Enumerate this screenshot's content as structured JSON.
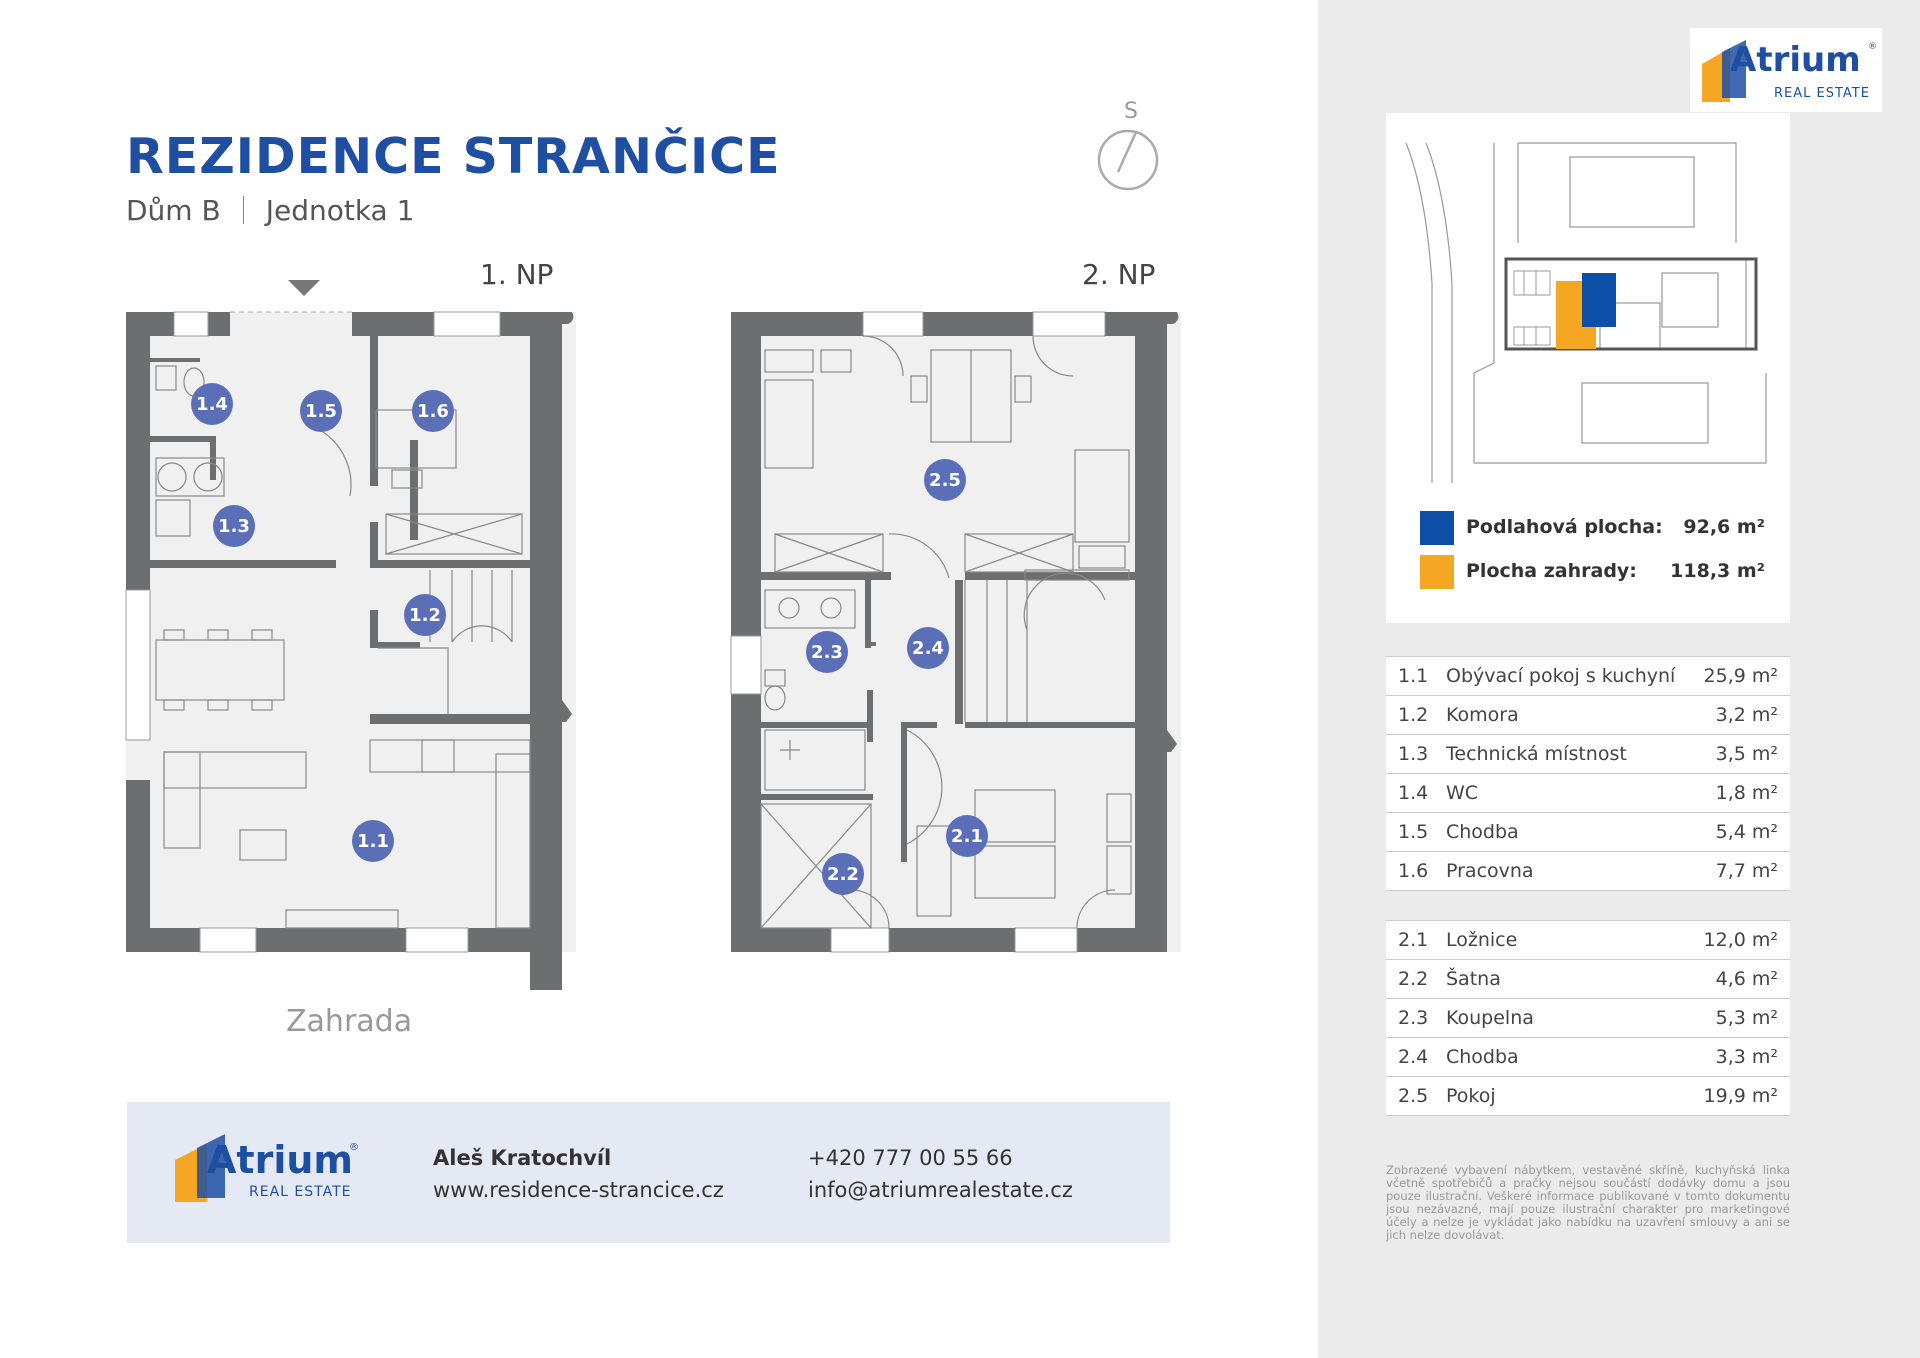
{
  "header": {
    "title": "REZIDENCE STRANČICE",
    "house": "Dům B",
    "unit": "Jednotka 1",
    "compass_label": "S"
  },
  "floors": {
    "ground": {
      "label": "1. NP",
      "garden_label": "Zahrada",
      "badges": [
        "1.1",
        "1.2",
        "1.3",
        "1.4",
        "1.5",
        "1.6"
      ]
    },
    "upper": {
      "label": "2. NP",
      "badges": [
        "2.1",
        "2.2",
        "2.3",
        "2.4",
        "2.5"
      ]
    }
  },
  "contact": {
    "name": "Aleš Kratochvíl",
    "website": "www.residence-strancice.cz",
    "phone": "+420 777 00 55 66",
    "email": "info@atriumrealestate.cz"
  },
  "logo": {
    "word": "Atrium",
    "sub": "REAL ESTATE",
    "reg": "®"
  },
  "legend": [
    {
      "label": "Podlahová plocha:",
      "value": "92,6 m²",
      "color": "#0d4ea6"
    },
    {
      "label": "Plocha zahrady:",
      "value": "118,3 m²",
      "color": "#f5a623"
    }
  ],
  "rooms_ground": [
    {
      "num": "1.1",
      "name": "Obývací pokoj s kuchyní",
      "area": "25,9 m²"
    },
    {
      "num": "1.2",
      "name": "Komora",
      "area": "3,2 m²"
    },
    {
      "num": "1.3",
      "name": "Technická místnost",
      "area": "3,5 m²"
    },
    {
      "num": "1.4",
      "name": "WC",
      "area": "1,8 m²"
    },
    {
      "num": "1.5",
      "name": "Chodba",
      "area": "5,4 m²"
    },
    {
      "num": "1.6",
      "name": "Pracovna",
      "area": "7,7 m²"
    }
  ],
  "rooms_upper": [
    {
      "num": "2.1",
      "name": "Ložnice",
      "area": "12,0 m²"
    },
    {
      "num": "2.2",
      "name": "Šatna",
      "area": "4,6 m²"
    },
    {
      "num": "2.3",
      "name": "Koupelna",
      "area": "5,3 m²"
    },
    {
      "num": "2.4",
      "name": "Chodba",
      "area": "3,3 m²"
    },
    {
      "num": "2.5",
      "name": "Pokoj",
      "area": "19,9 m²"
    }
  ],
  "disclaimer": "Zobrazené vybavení nábytkem, vestavěné skříně, kuchyňská linka včetně spotřebičů a pračky nejsou součástí dodávky domu a jsou pouze ilustrační. Veškeré informace publikované v tomto dokumentu jsou nezávazné, mají pouze ilustrační charakter pro marketingové účely a nelze je vykládat jako nabídku na uzavření smlouvy a ani se jich nelze dovolávat.",
  "colors": {
    "brand_blue": "#1e4fa3",
    "badge": "#5b6fb8",
    "wall": "#6d6e70",
    "floor": "#f0f0f0",
    "orange": "#f5a623"
  }
}
